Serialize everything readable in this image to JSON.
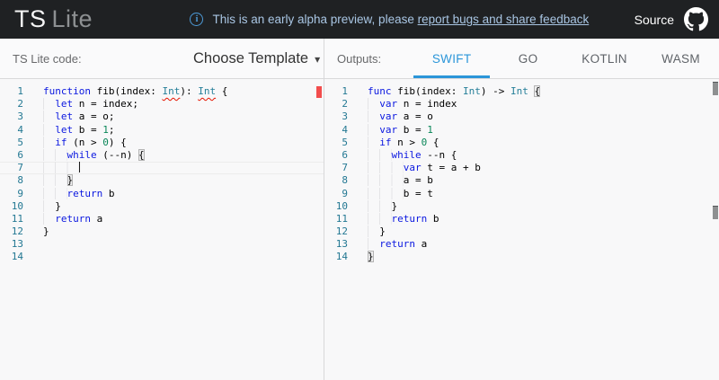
{
  "header": {
    "logo_primary": "TS",
    "logo_secondary": "Lite",
    "banner_text": "This is an early alpha preview, please ",
    "banner_link": "report bugs and share feedback",
    "info_icon": "i",
    "source_label": "Source",
    "github_icon": "github-octocat"
  },
  "left_panel": {
    "label": "TS Lite code:",
    "template_button": "Choose Template",
    "chevron_icon": "▾"
  },
  "right_panel": {
    "label": "Outputs:",
    "tabs": [
      {
        "label": "SWIFT",
        "active": true
      },
      {
        "label": "GO",
        "active": false
      },
      {
        "label": "KOTLIN",
        "active": false
      },
      {
        "label": "WASM",
        "active": false
      }
    ]
  },
  "colors": {
    "accent_blue": "#2b96d9",
    "banner_blue": "#a9c6e4",
    "keyword": "#0b18e0",
    "type": "#267f99",
    "number": "#098658",
    "error_red": "#e51400",
    "header_bg": "#1f2123"
  },
  "editors": [
    {
      "name": "ts-source-editor",
      "lines": [
        {
          "n": 1,
          "tokens": [
            {
              "t": "function",
              "c": "kw"
            },
            {
              "t": " fib(index: "
            },
            {
              "t": "Int",
              "c": "ty sq"
            },
            {
              "t": "): "
            },
            {
              "t": "Int",
              "c": "ty sq"
            },
            {
              "t": " {"
            }
          ]
        },
        {
          "n": 2,
          "tokens": [
            {
              "t": "  ",
              "c": "ind"
            },
            {
              "t": "let",
              "c": "kw"
            },
            {
              "t": " n = index;"
            }
          ]
        },
        {
          "n": 3,
          "tokens": [
            {
              "t": "  ",
              "c": "ind"
            },
            {
              "t": "let",
              "c": "kw"
            },
            {
              "t": " a = o;"
            }
          ]
        },
        {
          "n": 4,
          "tokens": [
            {
              "t": "  ",
              "c": "ind"
            },
            {
              "t": "let",
              "c": "kw"
            },
            {
              "t": " b = "
            },
            {
              "t": "1",
              "c": "num"
            },
            {
              "t": ";"
            }
          ]
        },
        {
          "n": 5,
          "tokens": [
            {
              "t": "  ",
              "c": "ind"
            },
            {
              "t": "if",
              "c": "kw"
            },
            {
              "t": " (n > "
            },
            {
              "t": "0",
              "c": "num"
            },
            {
              "t": ") {"
            }
          ]
        },
        {
          "n": 6,
          "tokens": [
            {
              "t": "    ",
              "c": "ind"
            },
            {
              "t": "while",
              "c": "kw"
            },
            {
              "t": " (--n) "
            },
            {
              "t": "{",
              "c": "bm"
            }
          ]
        },
        {
          "n": 7,
          "cur": true,
          "tokens": [
            {
              "t": "      ",
              "c": "ind"
            },
            {
              "caret": true
            }
          ]
        },
        {
          "n": 8,
          "tokens": [
            {
              "t": "    ",
              "c": "ind"
            },
            {
              "t": "}",
              "c": "bm"
            }
          ]
        },
        {
          "n": 9,
          "tokens": [
            {
              "t": "    ",
              "c": "ind"
            },
            {
              "t": "return",
              "c": "kw"
            },
            {
              "t": " b"
            }
          ]
        },
        {
          "n": 10,
          "tokens": [
            {
              "t": "  ",
              "c": "ind"
            },
            {
              "t": "}"
            }
          ]
        },
        {
          "n": 11,
          "tokens": [
            {
              "t": "  ",
              "c": "ind"
            },
            {
              "t": "return",
              "c": "kw"
            },
            {
              "t": " a"
            }
          ]
        },
        {
          "n": 12,
          "tokens": [
            {
              "t": "}"
            }
          ]
        },
        {
          "n": 13,
          "tokens": []
        },
        {
          "n": 14,
          "tokens": []
        }
      ]
    },
    {
      "name": "swift-output-editor",
      "lines": [
        {
          "n": 1,
          "tokens": [
            {
              "t": "func",
              "c": "kw"
            },
            {
              "t": " fib(index: "
            },
            {
              "t": "Int",
              "c": "ty"
            },
            {
              "t": ") -> "
            },
            {
              "t": "Int",
              "c": "ty"
            },
            {
              "t": " "
            },
            {
              "t": "{",
              "c": "bm"
            }
          ]
        },
        {
          "n": 2,
          "tokens": [
            {
              "t": "  ",
              "c": "ind"
            },
            {
              "t": "var",
              "c": "kw"
            },
            {
              "t": " n = index"
            }
          ]
        },
        {
          "n": 3,
          "tokens": [
            {
              "t": "  ",
              "c": "ind"
            },
            {
              "t": "var",
              "c": "kw"
            },
            {
              "t": " a = o"
            }
          ]
        },
        {
          "n": 4,
          "tokens": [
            {
              "t": "  ",
              "c": "ind"
            },
            {
              "t": "var",
              "c": "kw"
            },
            {
              "t": " b = "
            },
            {
              "t": "1",
              "c": "num"
            }
          ]
        },
        {
          "n": 5,
          "tokens": [
            {
              "t": "  ",
              "c": "ind"
            },
            {
              "t": "if",
              "c": "kw"
            },
            {
              "t": " n > "
            },
            {
              "t": "0",
              "c": "num"
            },
            {
              "t": " {"
            }
          ]
        },
        {
          "n": 6,
          "tokens": [
            {
              "t": "    ",
              "c": "ind"
            },
            {
              "t": "while",
              "c": "kw"
            },
            {
              "t": " --n {"
            }
          ]
        },
        {
          "n": 7,
          "tokens": [
            {
              "t": "      ",
              "c": "ind"
            },
            {
              "t": "var",
              "c": "kw"
            },
            {
              "t": " t = a + b"
            }
          ]
        },
        {
          "n": 8,
          "tokens": [
            {
              "t": "      ",
              "c": "ind"
            },
            {
              "t": "a = b"
            }
          ]
        },
        {
          "n": 9,
          "tokens": [
            {
              "t": "      ",
              "c": "ind"
            },
            {
              "t": "b = t"
            }
          ]
        },
        {
          "n": 10,
          "tokens": [
            {
              "t": "    ",
              "c": "ind"
            },
            {
              "t": "}"
            }
          ]
        },
        {
          "n": 11,
          "tokens": [
            {
              "t": "    ",
              "c": "ind"
            },
            {
              "t": "return",
              "c": "kw"
            },
            {
              "t": " b"
            }
          ]
        },
        {
          "n": 12,
          "tokens": [
            {
              "t": "  ",
              "c": "ind"
            },
            {
              "t": "}"
            }
          ]
        },
        {
          "n": 13,
          "tokens": [
            {
              "t": "  ",
              "c": "ind"
            },
            {
              "t": "return",
              "c": "kw"
            },
            {
              "t": " a"
            }
          ]
        },
        {
          "n": 14,
          "tokens": [
            {
              "t": "}",
              "c": "bm"
            }
          ]
        }
      ]
    }
  ]
}
